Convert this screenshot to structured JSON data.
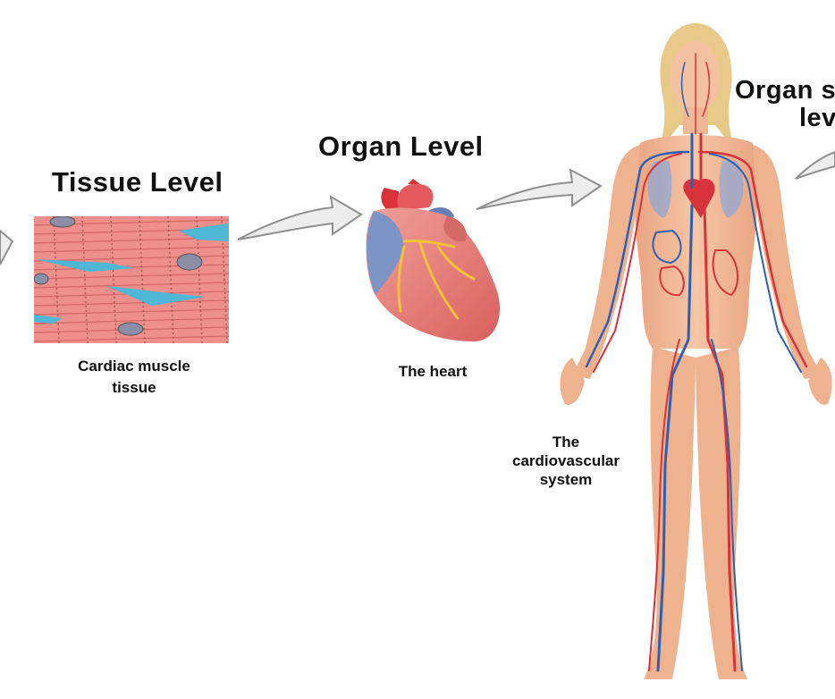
{
  "headings": {
    "tissue": "Tissue Level",
    "organ": "Organ Level",
    "organ_system": [
      "Organ s",
      "lev"
    ]
  },
  "captions": {
    "tissue": [
      "Cardiac muscle",
      "tissue"
    ],
    "heart": "The heart",
    "system": [
      "The",
      "cardiovascular",
      "system"
    ]
  },
  "colors": {
    "muscle": "#ef8f8b",
    "muscle_stripe": "#c55a5a",
    "intercalated": "#4fb7d6",
    "artery": "#d8333a",
    "vein": "#2f5fb0",
    "skin": "#f2b796",
    "hair": "#e9c98a",
    "arrow_fill": "#ededed",
    "arrow_stroke": "#8f8f8f"
  },
  "icons": [
    "arrow-icon",
    "cardiac-muscle-illustration",
    "heart-illustration",
    "body-illustration"
  ]
}
